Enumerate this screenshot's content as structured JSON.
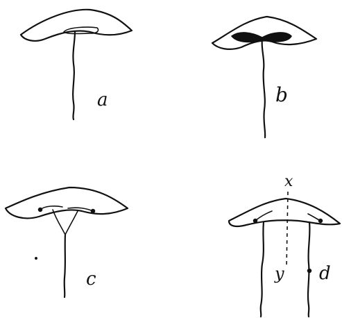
{
  "figures": [
    {
      "label": "a"
    },
    {
      "label": "b"
    },
    {
      "label": "c"
    },
    {
      "label": "d",
      "axis_top_label": "x",
      "axis_bottom_label": "y"
    }
  ]
}
